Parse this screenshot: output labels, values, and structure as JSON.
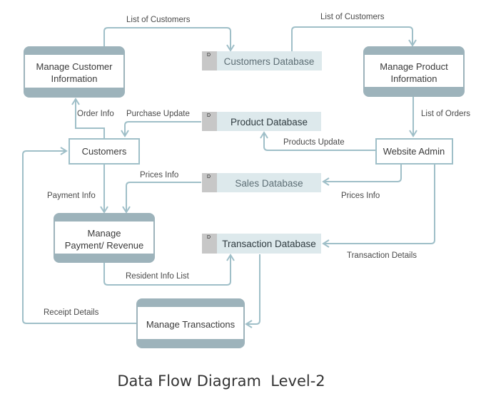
{
  "title": "Data Flow Diagram  Level-2",
  "processes": {
    "manage_customer": [
      "Manage Customer",
      "Information"
    ],
    "manage_product": [
      "Manage Product",
      "Information"
    ],
    "manage_payment": [
      "Manage",
      "Payment/ Revenue"
    ],
    "manage_transactions": "Manage Transactions"
  },
  "entities": {
    "customers": "Customers",
    "website_admin": "Website Admin"
  },
  "datastores": {
    "id_label": "D",
    "customers_db": "Customers Database",
    "product_db": "Product Database",
    "sales_db": "Sales Database",
    "transaction_db": "Transaction Database"
  },
  "flows": {
    "list_customers_left": "List of Customers",
    "list_customers_right": "List of Customers",
    "order_info": "Order Info",
    "purchase_update": "Purchase Update",
    "list_of_orders": "List of Orders",
    "products_update": "Products Update",
    "prices_info_left": "Prices Info",
    "prices_info_right": "Prices Info",
    "payment_info": "Payment Info",
    "resident_info_list": "Resident Info List",
    "transaction_details": "Transaction Details",
    "receipt_details": "Receipt Details"
  },
  "colors": {
    "line": "#9fbfc8",
    "band": "#9db3bb",
    "datastore_fill": "#dde9ec",
    "datastore_id": "#c7c7c7"
  }
}
